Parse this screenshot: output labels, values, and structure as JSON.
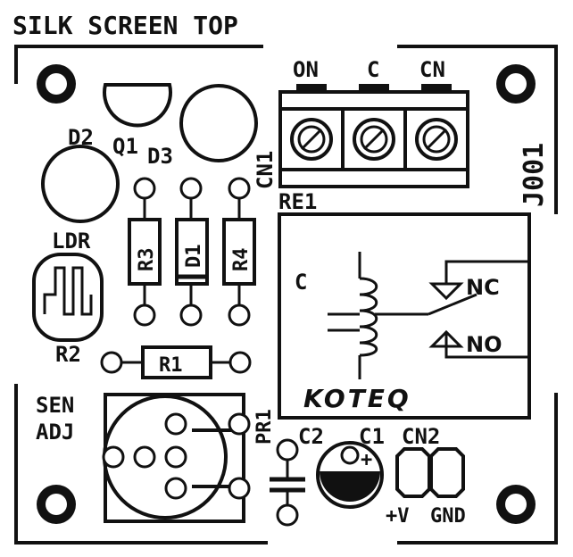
{
  "title": "SILK SCREEN TOP",
  "board_id": "J001",
  "labels": {
    "d2": "D2",
    "q1": "Q1",
    "d3": "D3",
    "cn1": "CN1",
    "re1": "RE1",
    "ldr": "LDR",
    "r2": "R2",
    "r3": "R3",
    "d1": "D1",
    "r4": "R4",
    "r1": "R1",
    "sen": "SEN",
    "adj": "ADJ",
    "pr1": "PR1",
    "c2": "C2",
    "c1": "C1",
    "cn2": "CN2",
    "pv": "+V",
    "gnd": "GND"
  },
  "terminal_labels": [
    "ON",
    "C",
    "CN"
  ],
  "relay": {
    "coil_label": "C",
    "nc_label": "NC",
    "no_label": "NO",
    "brand": "KOTEQ"
  },
  "cap_polarity": "+"
}
